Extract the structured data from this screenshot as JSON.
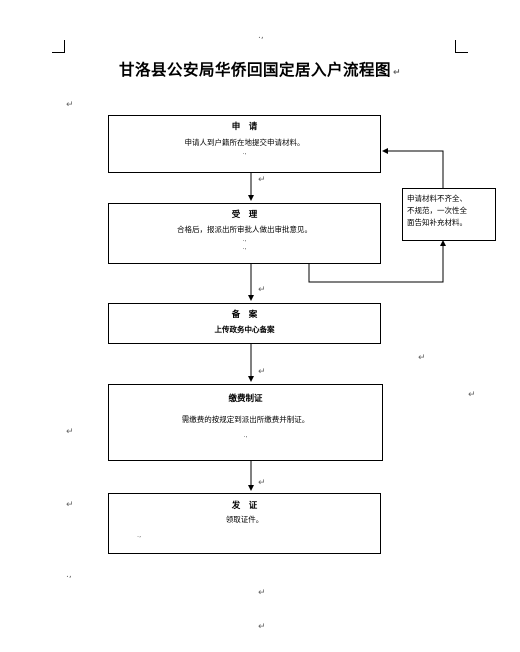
{
  "title": "甘洛县公安局华侨回国定居入户流程图",
  "boxes": [
    {
      "head": "申　请",
      "body": "申请人到户籍所在地提交申请材料。"
    },
    {
      "head": "受　理",
      "body": "合格后，报派出所审批人做出审批意见。"
    },
    {
      "head": "备　案",
      "body": "上传政务中心备案"
    },
    {
      "head": "缴费制证",
      "body": "需缴费的按规定到派出所缴费并制证。"
    },
    {
      "head": "发　证",
      "body": "领取证件。"
    }
  ],
  "side_box": {
    "lines": [
      "申请材料不齐全、",
      "不规范，一次性全",
      "面告知补充材料。"
    ]
  },
  "marks": {
    "para": "↵",
    "small": ".,"
  }
}
